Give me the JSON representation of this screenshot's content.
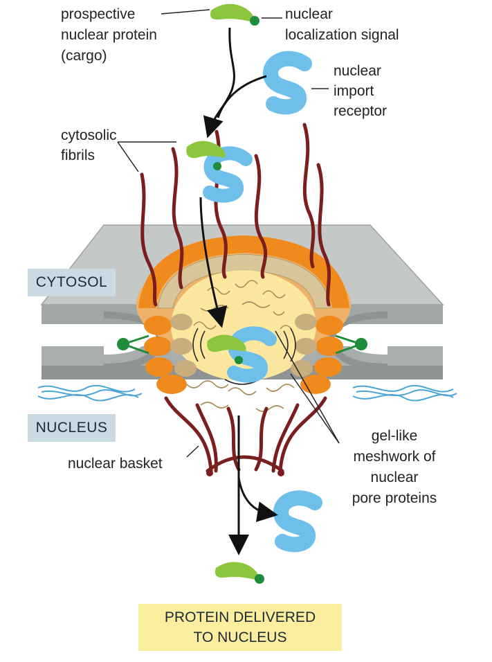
{
  "labels": {
    "cargo_line1": "prospective",
    "cargo_line2": "nuclear protein",
    "cargo_line3": "(cargo)",
    "nls_line1": "nuclear",
    "nls_line2": "localization signal",
    "receptor_line1": "nuclear",
    "receptor_line2": "import",
    "receptor_line3": "receptor",
    "fibrils_line1": "cytosolic",
    "fibrils_line2": "fibrils",
    "cytosol": "CYTOSOL",
    "nucleus": "NUCLEUS",
    "basket": "nuclear basket",
    "mesh_line1": "gel-like",
    "mesh_line2": "meshwork of",
    "mesh_line3": "nuclear",
    "mesh_line4": "pore proteins",
    "delivered_line1": "PROTEIN DELIVERED",
    "delivered_line2": "TO NUCLEUS"
  },
  "colors": {
    "cargo": "#8cc63f",
    "nls": "#1e8c3a",
    "receptor": "#6ec0ea",
    "fibril": "#7a1e1e",
    "envelope": "#b5b9b9",
    "envelope_dark": "#8e9494",
    "ring_outer": "#f08a1c",
    "ring_inner": "#d9c59a",
    "mesh": "#a88a5a",
    "box_blue": "#c9dae3",
    "box_yellow": "#fbee9e"
  }
}
